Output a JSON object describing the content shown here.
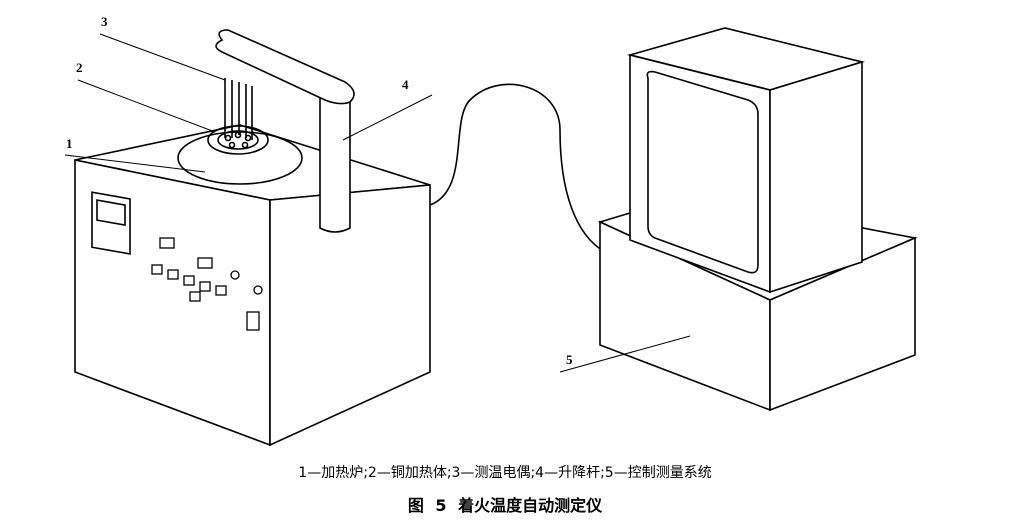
{
  "labels": {
    "l1": "1",
    "l2": "2",
    "l3": "3",
    "l4": "4",
    "l5": "5"
  },
  "legend": "1—加热炉;2—铜加热体;3—测温电偶;4—升降杆;5—控制测量系统",
  "figure": {
    "number": "图 5",
    "title": "着火温度自动测定仪"
  }
}
